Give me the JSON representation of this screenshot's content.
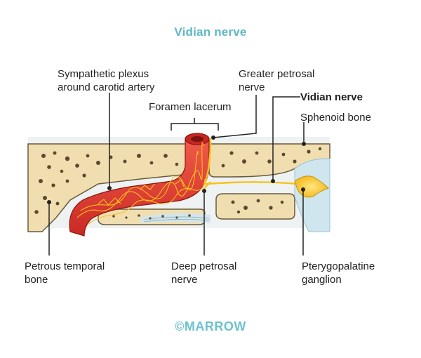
{
  "title": "Vidian nerve",
  "labels": {
    "sympathetic_line1": "Sympathetic plexus",
    "sympathetic_line2": "around carotid artery",
    "greater_petrosal_line1": "Greater petrosal",
    "greater_petrosal_line2": "nerve",
    "foramen_lacerum": "Foramen lacerum",
    "vidian_nerve": "Vidian nerve",
    "sphenoid_bone": "Sphenoid bone",
    "petrous_line1": "Petrous temporal",
    "petrous_line2": "bone",
    "deep_petrosal_line1": "Deep petrosal",
    "deep_petrosal_line2": "nerve",
    "pterygopalatine_line1": "Pterygopalatine",
    "pterygopalatine_line2": "ganglion"
  },
  "credit": "©MARROW",
  "colors": {
    "title": "#5fb8c7",
    "bone": "#f1deb0",
    "artery": "#e8382f",
    "nerve": "#f7c21b",
    "foramen_fluid": "#cfe6ee"
  }
}
